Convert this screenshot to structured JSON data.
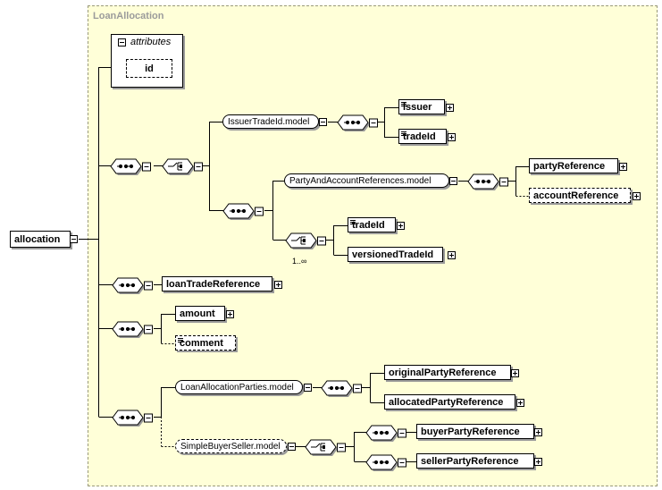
{
  "diagram": {
    "group_title": "LoanAllocation",
    "root": {
      "label": "allocation"
    },
    "attributes": {
      "title": "attributes",
      "items": [
        "id"
      ]
    },
    "elements": {
      "issuer": "issuer",
      "tradeId_1": "tradeId",
      "partyReference": "partyReference",
      "accountReference": "accountReference",
      "tradeId_2": "tradeId",
      "versionedTradeId": "versionedTradeId",
      "loanTradeReference": "loanTradeReference",
      "amount": "amount",
      "comment": "comment",
      "originalPartyReference": "originalPartyReference",
      "allocatedPartyReference": "allocatedPartyReference",
      "buyerPartyReference": "buyerPartyReference",
      "sellerPartyReference": "sellerPartyReference"
    },
    "groups": {
      "issuerTradeIdModel": "IssuerTradeId.model",
      "partyAndAccountReferencesModel": "PartyAndAccountReferences.model",
      "loanAllocationPartiesModel": "LoanAllocationParties.model",
      "simpleBuyerSellerModel": "SimpleBuyerSeller.model"
    },
    "cardinality": "1..∞",
    "colors": {
      "group_fill": "#ffffd8",
      "group_border": "#9a9a7a",
      "shadow": "#9a9a9a"
    }
  }
}
